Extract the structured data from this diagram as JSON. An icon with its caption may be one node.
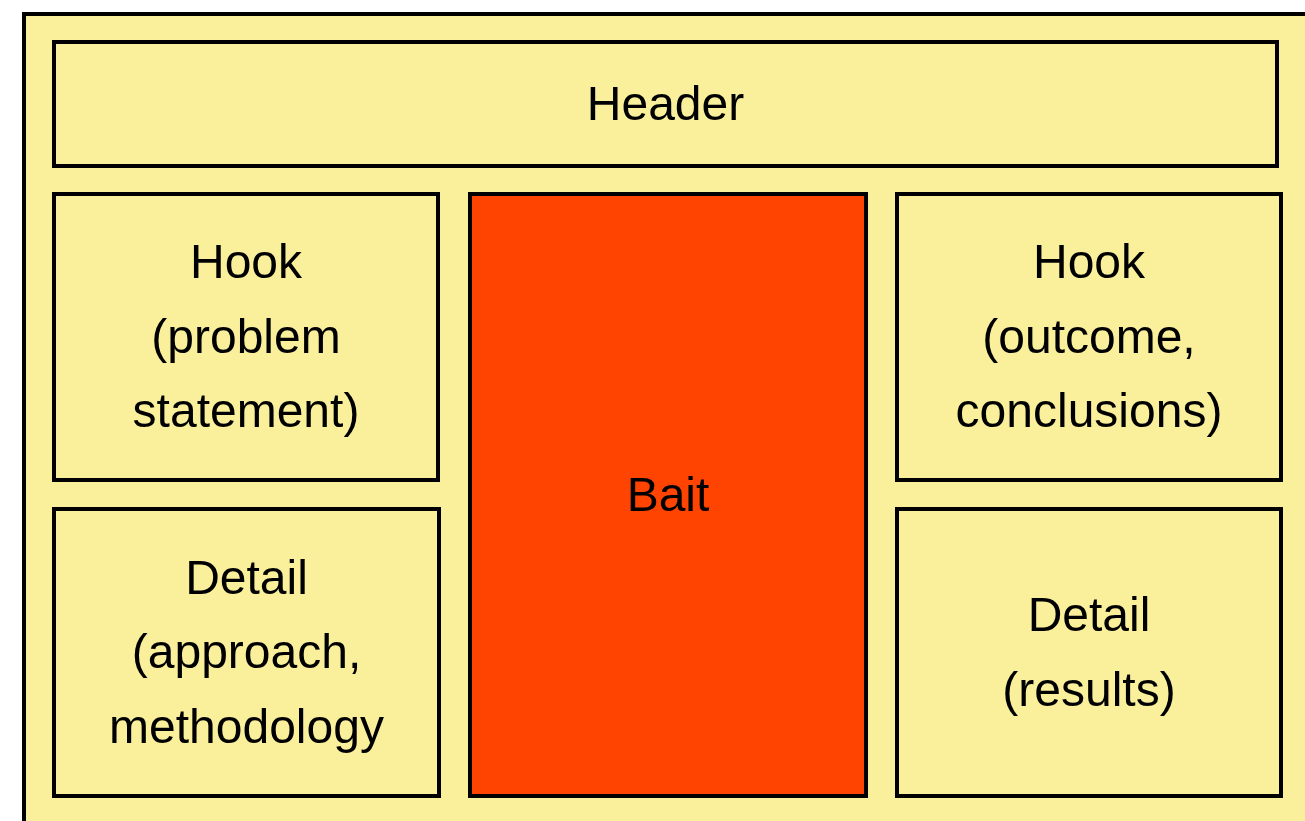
{
  "diagram": {
    "nodes": [
      {
        "text": [],
        "shape": "box"
      },
      {
        "text": [
          "Header"
        ],
        "in": 0
      },
      {
        "text": [
          "Hook",
          "(problem statement)"
        ],
        "in": 0
      },
      {
        "text": [
          "Bait"
        ],
        "in": 0
      },
      {
        "text": [
          "Hook",
          "(outcome, conclusions)"
        ],
        "in": 0
      },
      {
        "text": [
          "Detail",
          "(approach, methodology"
        ],
        "in": 0
      },
      {
        "text": [
          "Detail",
          "(results)"
        ],
        "in": 0
      }
    ],
    "edges": []
  }
}
